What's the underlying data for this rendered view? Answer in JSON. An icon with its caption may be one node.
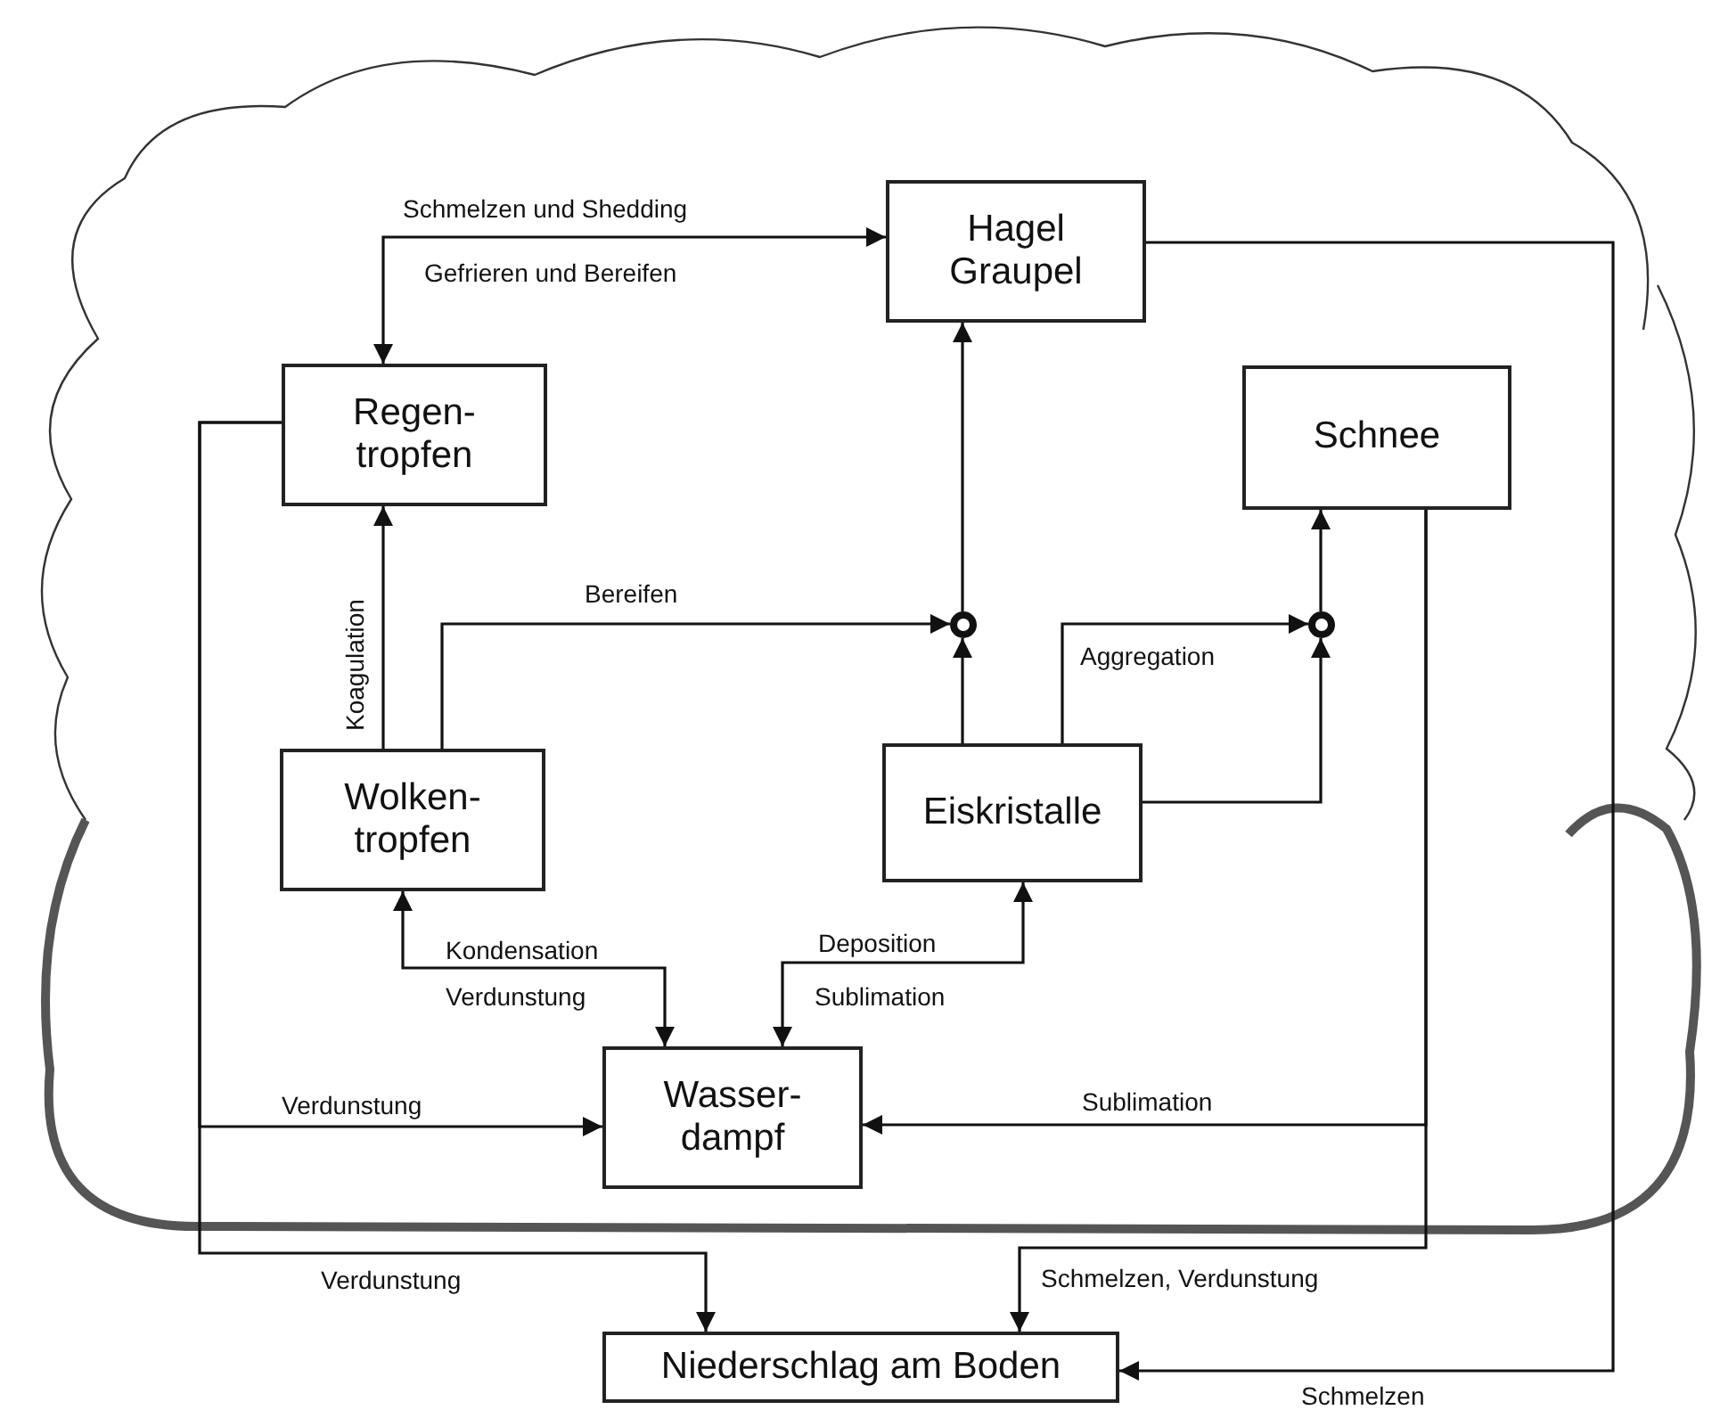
{
  "diagram": {
    "nodes": [
      {
        "text": [
          "Hagel Graupel"
        ]
      },
      {
        "text": [
          "Regen- tropfen"
        ]
      },
      {
        "text": [
          "Schnee"
        ]
      },
      {
        "text": [],
        "shape": "circle"
      },
      {
        "text": [],
        "shape": "circle"
      },
      {
        "text": [
          "Wolken- tropfen"
        ]
      },
      {
        "text": [
          "Eiskristalle"
        ]
      },
      {
        "text": [
          "Wasser- dampf"
        ]
      },
      {
        "text": [
          "Niederschlag am Boden"
        ]
      }
    ],
    "edges": [
      {
        "from": 1,
        "to": 0,
        "arrow": "both",
        "label": "Schmelzen und Shedding"
      },
      {
        "from": 5,
        "to": 1,
        "arrow": "to",
        "label": "Koagulation"
      },
      {
        "from": 5,
        "to": 3,
        "arrow": "to",
        "label": "Bereifen"
      },
      {
        "from": 6,
        "to": 3,
        "arrow": "to"
      },
      {
        "from": 3,
        "to": 0,
        "arrow": "to"
      },
      {
        "from": 6,
        "to": 4,
        "arrow": "to",
        "label": "Aggregation"
      },
      {
        "from": 6,
        "to": 4,
        "arrow": "to"
      },
      {
        "from": 4,
        "to": 2,
        "arrow": "to"
      },
      {
        "from": 7,
        "to": 5,
        "arrow": "both",
        "label": "Kondensation"
      },
      {
        "from": 7,
        "to": 6,
        "arrow": "both",
        "label": "Deposition"
      },
      {
        "from": 1,
        "to": 7,
        "arrow": "to",
        "label": "Verdunstung"
      },
      {
        "from": 1,
        "to": 8,
        "arrow": "to",
        "label": "Verdunstung"
      },
      {
        "from": 2,
        "to": 7,
        "arrow": "to",
        "label": "Sublimation"
      },
      {
        "from": 2,
        "to": 8,
        "arrow": "to",
        "label": "Schmelzen, Verdunstung"
      },
      {
        "from": 0,
        "to": 8,
        "arrow": "to",
        "label": "Schmelzen"
      }
    ],
    "labels": [
      "Gefrieren und Bereifen",
      "Verdunstung",
      "Sublimation"
    ]
  }
}
